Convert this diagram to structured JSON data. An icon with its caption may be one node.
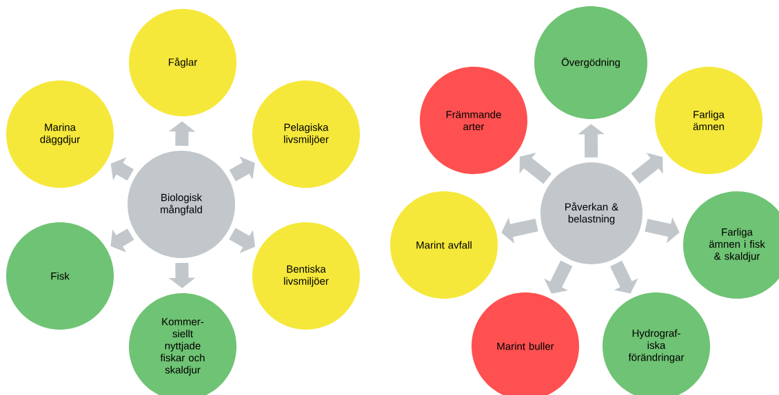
{
  "diagram": {
    "nodes": [
      {
        "text": [
          "Biologisk mångfald"
        ]
      },
      {
        "text": [
          "Fåglar"
        ]
      },
      {
        "text": [
          "Marina däggdjur"
        ]
      },
      {
        "text": [
          "Pelagiska livsmiljöer"
        ]
      },
      {
        "text": [
          "Fisk"
        ]
      },
      {
        "text": [
          "Bentiska livsmiljöer"
        ]
      },
      {
        "text": [
          "Kommer- siellt nyttjade fiskar och skaldjur"
        ]
      },
      {
        "text": [
          "Påverkan & belastning"
        ]
      },
      {
        "text": [
          "Övergödning"
        ]
      },
      {
        "text": [
          "Främmande arter"
        ]
      },
      {
        "text": [
          "Farliga ämnen"
        ]
      },
      {
        "text": [
          "Marint avfall"
        ]
      },
      {
        "text": [
          "Farliga ämnen i fisk & skaldjur"
        ]
      },
      {
        "text": [
          "Marint buller"
        ]
      },
      {
        "text": [
          "Hydrograf- iska förändringar"
        ]
      }
    ],
    "edges": [
      {
        "from": 0,
        "to": 1,
        "arrow": "to"
      },
      {
        "from": 0,
        "to": 2,
        "arrow": "to"
      },
      {
        "from": 0,
        "to": 3,
        "arrow": "to"
      },
      {
        "from": 0,
        "to": 4,
        "arrow": "to"
      },
      {
        "from": 0,
        "to": 5,
        "arrow": "to"
      },
      {
        "from": 0,
        "to": 6,
        "arrow": "to"
      },
      {
        "from": 7,
        "to": 8,
        "arrow": "to"
      },
      {
        "from": 7,
        "to": 9,
        "arrow": "to"
      },
      {
        "from": 7,
        "to": 10,
        "arrow": "to"
      },
      {
        "from": 7,
        "to": 11,
        "arrow": "to"
      },
      {
        "from": 7,
        "to": 12,
        "arrow": "to"
      },
      {
        "from": 7,
        "to": 13,
        "arrow": "to"
      },
      {
        "from": 7,
        "to": 14,
        "arrow": "to"
      }
    ]
  }
}
